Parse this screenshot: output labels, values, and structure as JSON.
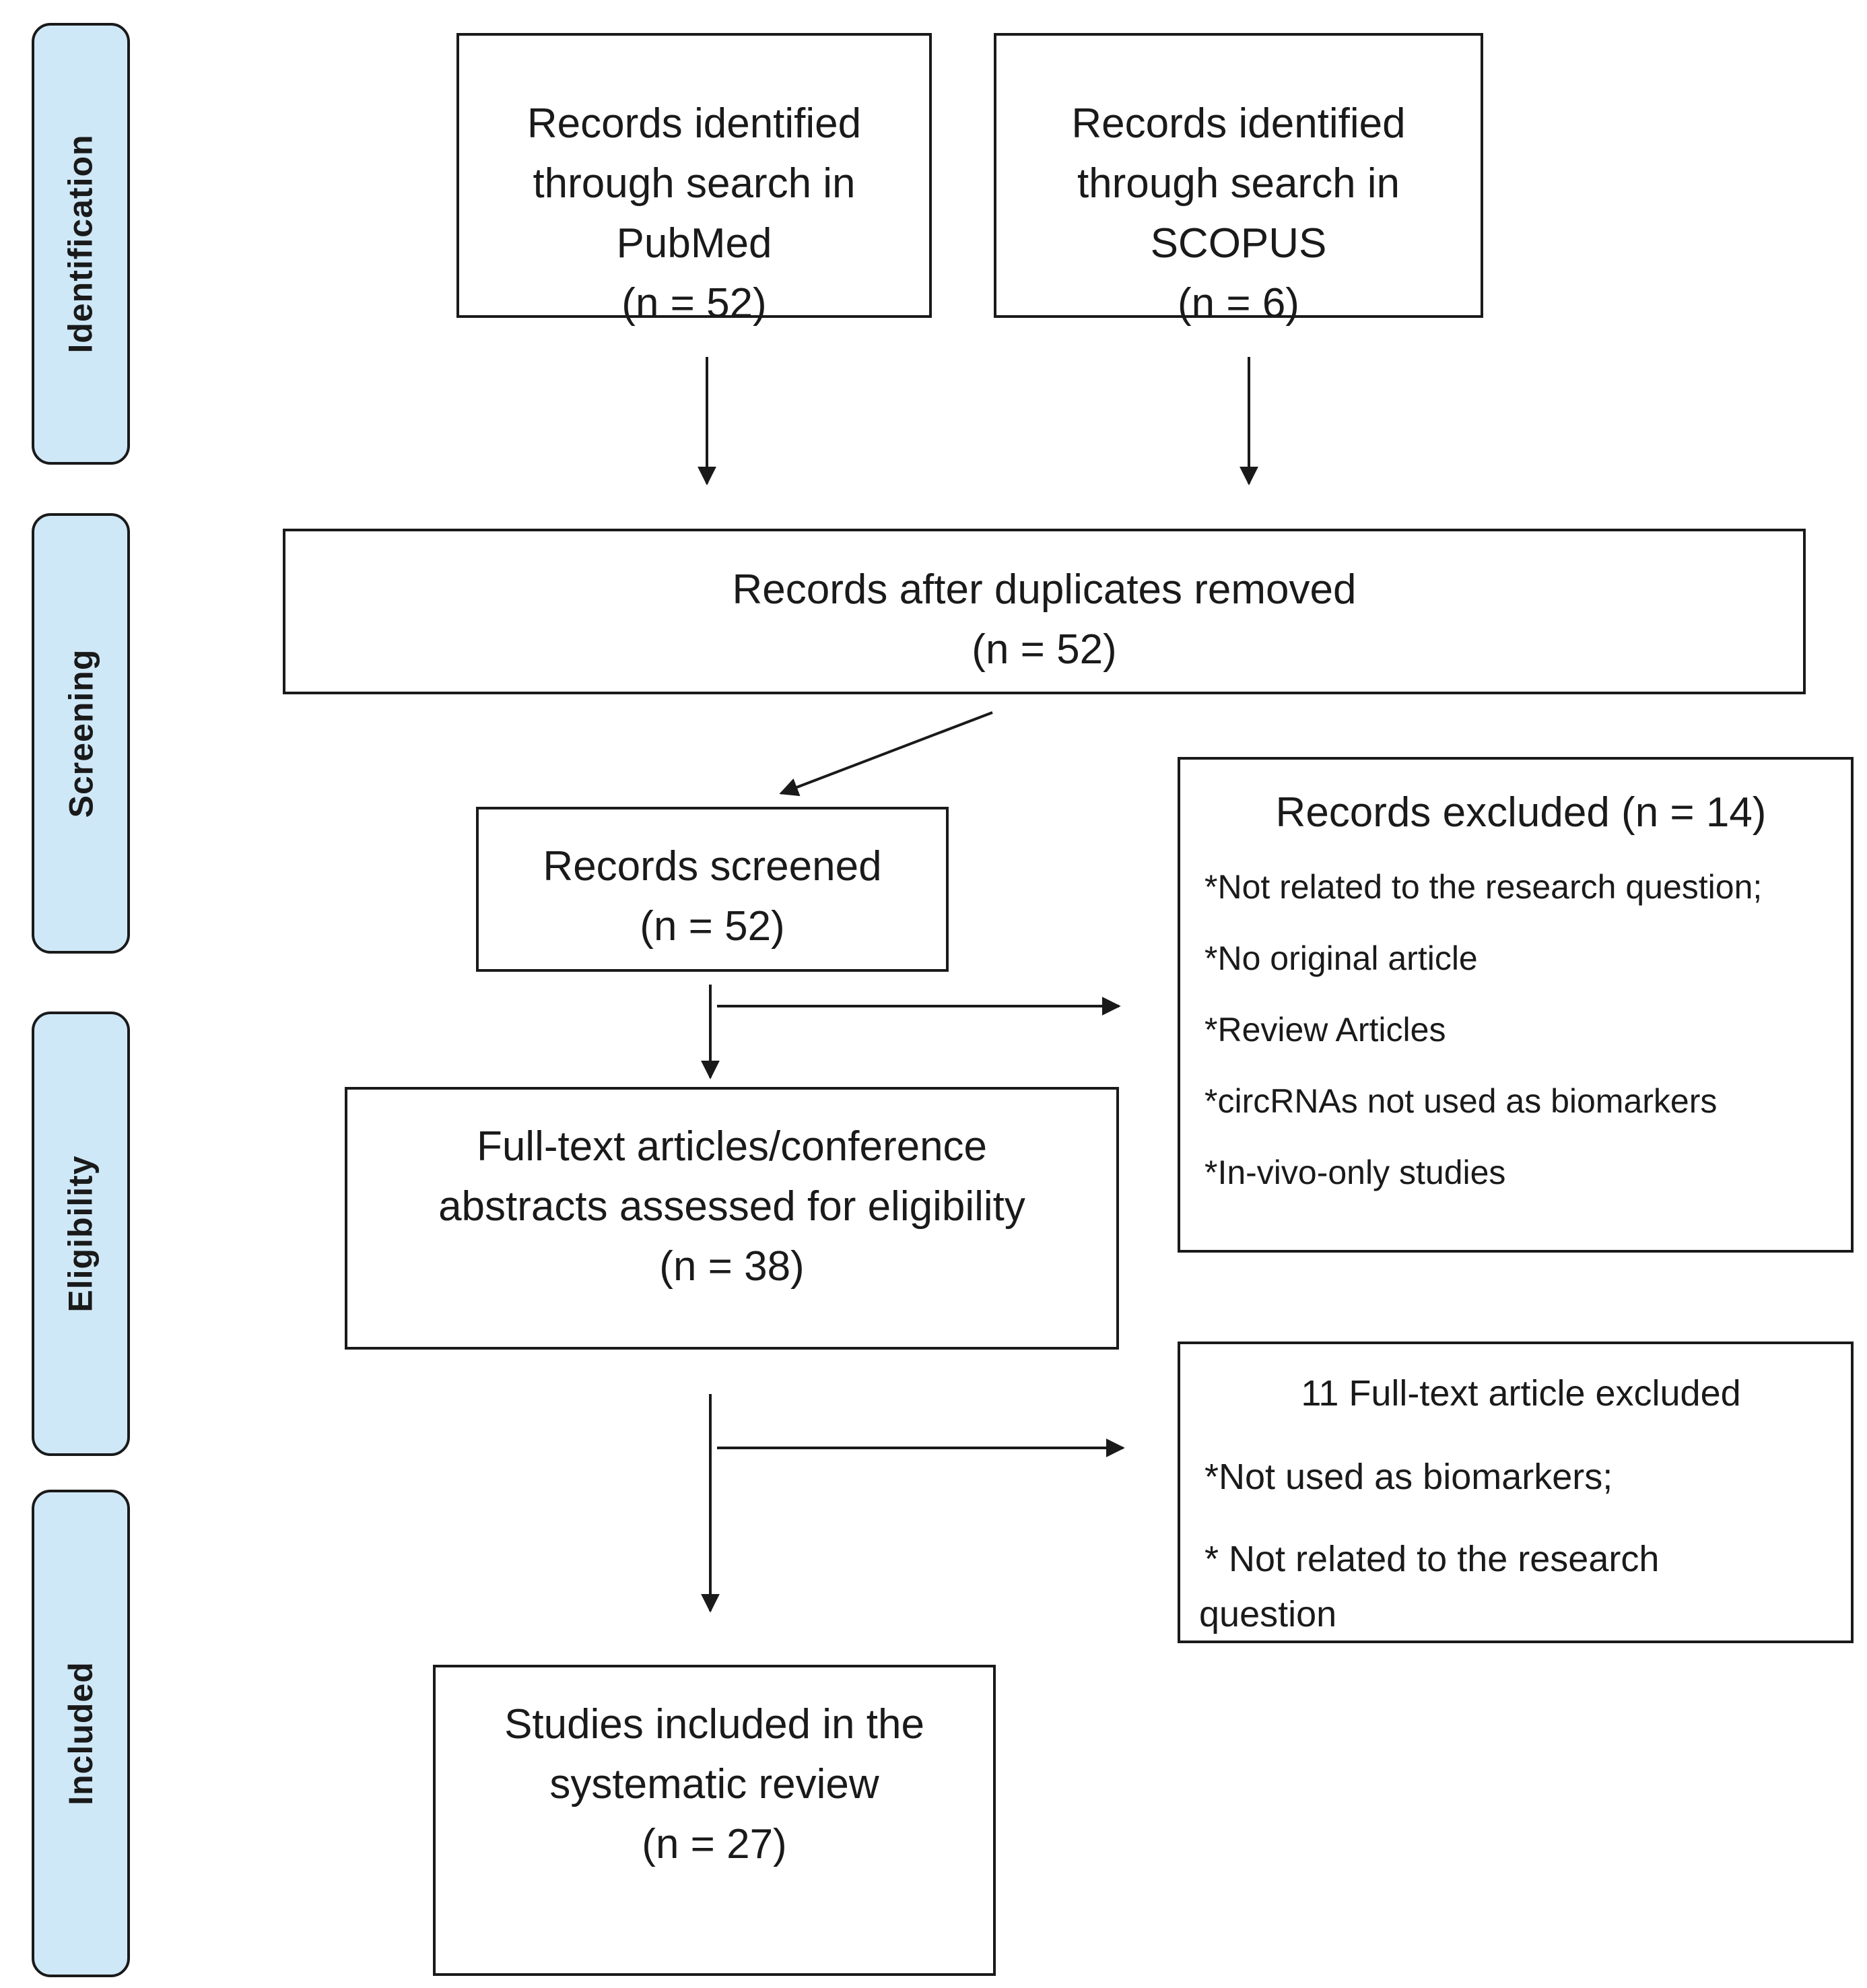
{
  "phases": {
    "identification": "Identification",
    "screening": "Screening",
    "eligibility": "Eligibility",
    "included": "Included"
  },
  "pubmed": {
    "line1": "Records identified",
    "line2": "through search in",
    "line3": "PubMed",
    "count": "(n =  52)"
  },
  "scopus": {
    "line1": "Records identified",
    "line2": "through search in",
    "line3": "SCOPUS",
    "count": "(n =  6)"
  },
  "duplicates": {
    "line1": "Records after duplicates removed",
    "count": "(n = 52)"
  },
  "screened": {
    "line1": "Records screened",
    "count": "(n = 52)"
  },
  "excluded_records": {
    "title": "Records excluded (n = 14)",
    "items": [
      "*Not related to the research question;",
      "*No original article",
      "*Review Articles",
      "*circRNAs not used as biomarkers",
      "*In-vivo-only studies"
    ]
  },
  "fulltext": {
    "line1": "Full-text articles/conference",
    "line2": "abstracts assessed for eligibility",
    "count": "(n = 38)"
  },
  "excluded_fulltext": {
    "title": "11 Full-text article excluded",
    "item1": "*Not used as biomarkers;",
    "item2_line1": "* Not related to the research",
    "item2_line2": "question"
  },
  "included": {
    "line1": "Studies included in the",
    "line2": "systematic review",
    "count": "(n = 27)"
  }
}
